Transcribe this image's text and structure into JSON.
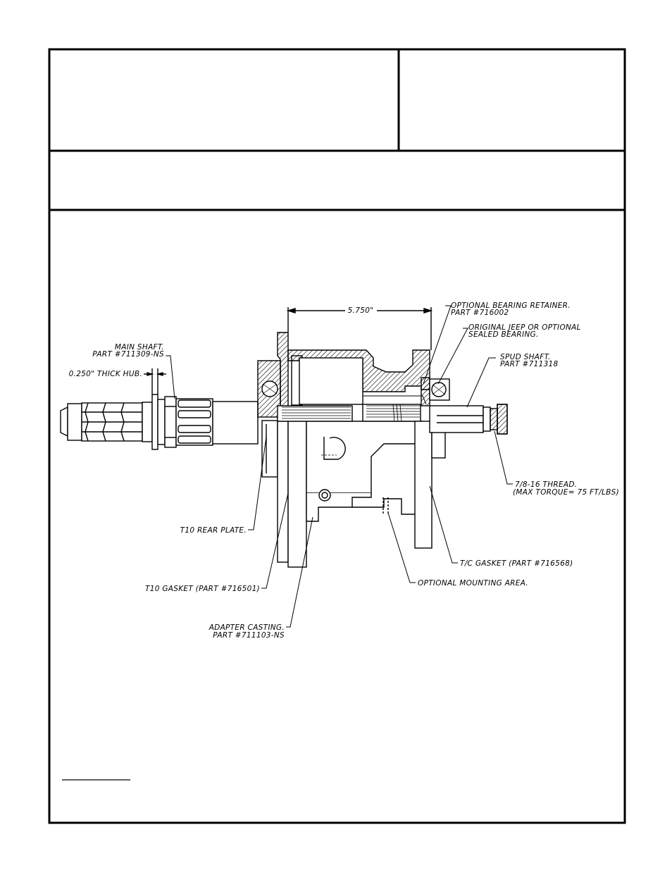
{
  "drawing": {
    "dimension_length": "5.750\"",
    "labels": {
      "optional_bearing_retainer": {
        "line1": "OPTIONAL  BEARING  RETAINER.",
        "line2": "PART  #716002"
      },
      "original_jeep_bearing": {
        "line1": "ORIGINAL  JEEP  OR  OPTIONAL",
        "line2": "SEALED  BEARING."
      },
      "spud_shaft": {
        "line1": "SPUD  SHAFT.",
        "line2": "PART  #711318"
      },
      "main_shaft": {
        "line1": "MAIN  SHAFT.",
        "line2": "PART  #711309-NS"
      },
      "thick_hub": "0.250\"  THICK  HUB.",
      "thread": {
        "line1": "7/8-16  THREAD.",
        "line2": "(MAX TORQUE=  75  FT/LBS)"
      },
      "t10_rear_plate": "T10  REAR  PLATE.",
      "tc_gasket": "T/C  GASKET  (PART  #716568)",
      "optional_mounting_area": "OPTIONAL  MOUNTING  AREA.",
      "t10_gasket": "T10  GASKET  (PART  #716501)",
      "adapter_casting": {
        "line1": "ADAPTER  CASTING.",
        "line2": "PART  #711103-NS"
      }
    }
  }
}
